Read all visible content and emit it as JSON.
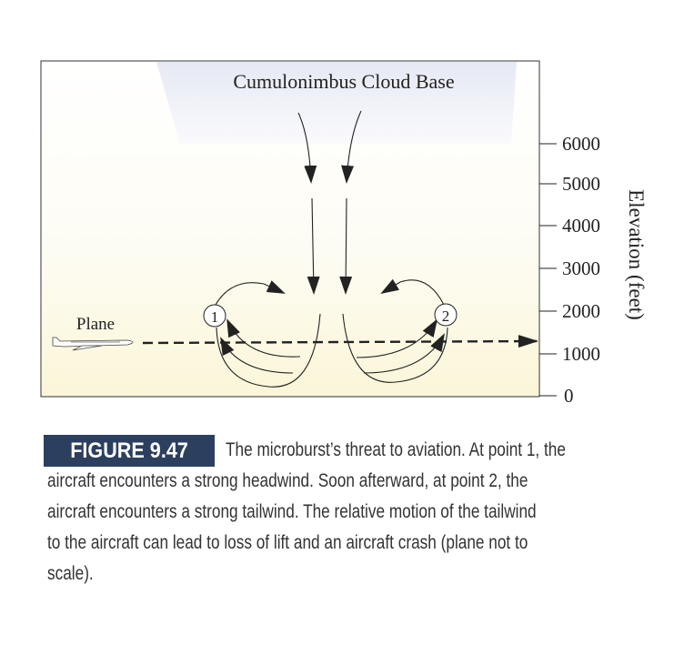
{
  "diagram": {
    "cloud_label": "Cumulonimbus Cloud Base",
    "plane_label": "Plane",
    "points": [
      "1",
      "2"
    ],
    "axis_label": "Elevation (feet)",
    "ticks": [
      "6000",
      "5000",
      "4000",
      "3000",
      "2000",
      "1000",
      "0"
    ]
  },
  "caption": {
    "figure_label": "FIGURE 9.47",
    "lines": [
      "The microburst’s threat to aviation. At point 1, the",
      "aircraft encounters a strong headwind. Soon afterward, at point 2, the",
      "aircraft encounters a strong tailwind. The relative motion of the tailwind",
      "to the aircraft can lead to loss of lift and an aircraft crash (plane not to",
      "scale)."
    ]
  },
  "colors": {
    "figure_label_bg": "#2c3f5e"
  }
}
